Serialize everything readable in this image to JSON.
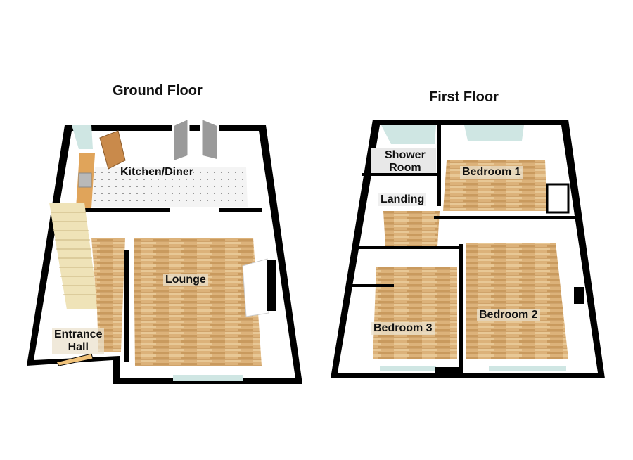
{
  "floors": [
    {
      "title": "Ground Floor",
      "rooms": [
        {
          "label": "Kitchen/Diner"
        },
        {
          "label": "Lounge"
        },
        {
          "label": "Entrance",
          "label2": "Hall"
        }
      ]
    },
    {
      "title": "First Floor",
      "rooms": [
        {
          "label": "Shower",
          "label2": "Room"
        },
        {
          "label": "Bedroom 1"
        },
        {
          "label": "Landing"
        },
        {
          "label": "Bedroom 2"
        },
        {
          "label": "Bedroom 3"
        }
      ]
    }
  ],
  "colors": {
    "wall": "#000000",
    "inner_wall": "#ffffff",
    "wood_floor": "#d9b27a",
    "tile_floor": "#f2f2f2",
    "window_glass": "#cfe6e3",
    "stairs": "#efe3b8",
    "worktop": "#e0a45a",
    "door_wood": "#c98a4b"
  }
}
